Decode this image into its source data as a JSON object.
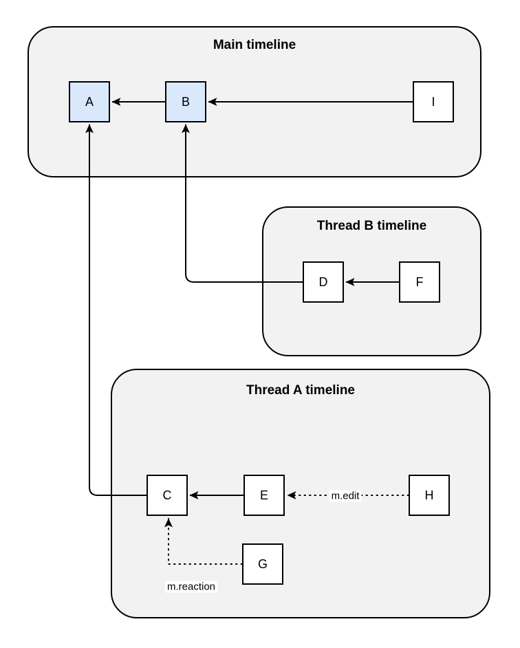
{
  "diagram": {
    "containers": [
      {
        "id": "main-timeline",
        "title": "Main timeline"
      },
      {
        "id": "thread-b-timeline",
        "title": "Thread B timeline"
      },
      {
        "id": "thread-a-timeline",
        "title": "Thread A timeline"
      }
    ],
    "nodes": [
      {
        "id": "A",
        "label": "A",
        "container": "main-timeline",
        "highlighted": true
      },
      {
        "id": "B",
        "label": "B",
        "container": "main-timeline",
        "highlighted": true
      },
      {
        "id": "I",
        "label": "I",
        "container": "main-timeline",
        "highlighted": false
      },
      {
        "id": "D",
        "label": "D",
        "container": "thread-b-timeline",
        "highlighted": false
      },
      {
        "id": "F",
        "label": "F",
        "container": "thread-b-timeline",
        "highlighted": false
      },
      {
        "id": "C",
        "label": "C",
        "container": "thread-a-timeline",
        "highlighted": false
      },
      {
        "id": "E",
        "label": "E",
        "container": "thread-a-timeline",
        "highlighted": false
      },
      {
        "id": "H",
        "label": "H",
        "container": "thread-a-timeline",
        "highlighted": false
      },
      {
        "id": "G",
        "label": "G",
        "container": "thread-a-timeline",
        "highlighted": false
      }
    ],
    "edges": [
      {
        "from": "I",
        "to": "B",
        "style": "solid",
        "label": ""
      },
      {
        "from": "B",
        "to": "A",
        "style": "solid",
        "label": ""
      },
      {
        "from": "F",
        "to": "D",
        "style": "solid",
        "label": ""
      },
      {
        "from": "D",
        "to": "B",
        "style": "solid",
        "label": ""
      },
      {
        "from": "E",
        "to": "C",
        "style": "solid",
        "label": ""
      },
      {
        "from": "C",
        "to": "A",
        "style": "solid",
        "label": ""
      },
      {
        "from": "H",
        "to": "E",
        "style": "dotted",
        "label": "m.edit"
      },
      {
        "from": "G",
        "to": "C",
        "style": "dotted",
        "label": "m.reaction"
      }
    ],
    "colors": {
      "container_fill": "#f2f2f2",
      "node_fill": "#ffffff",
      "highlight_node_fill": "#dae8fc",
      "stroke": "#000000"
    }
  }
}
